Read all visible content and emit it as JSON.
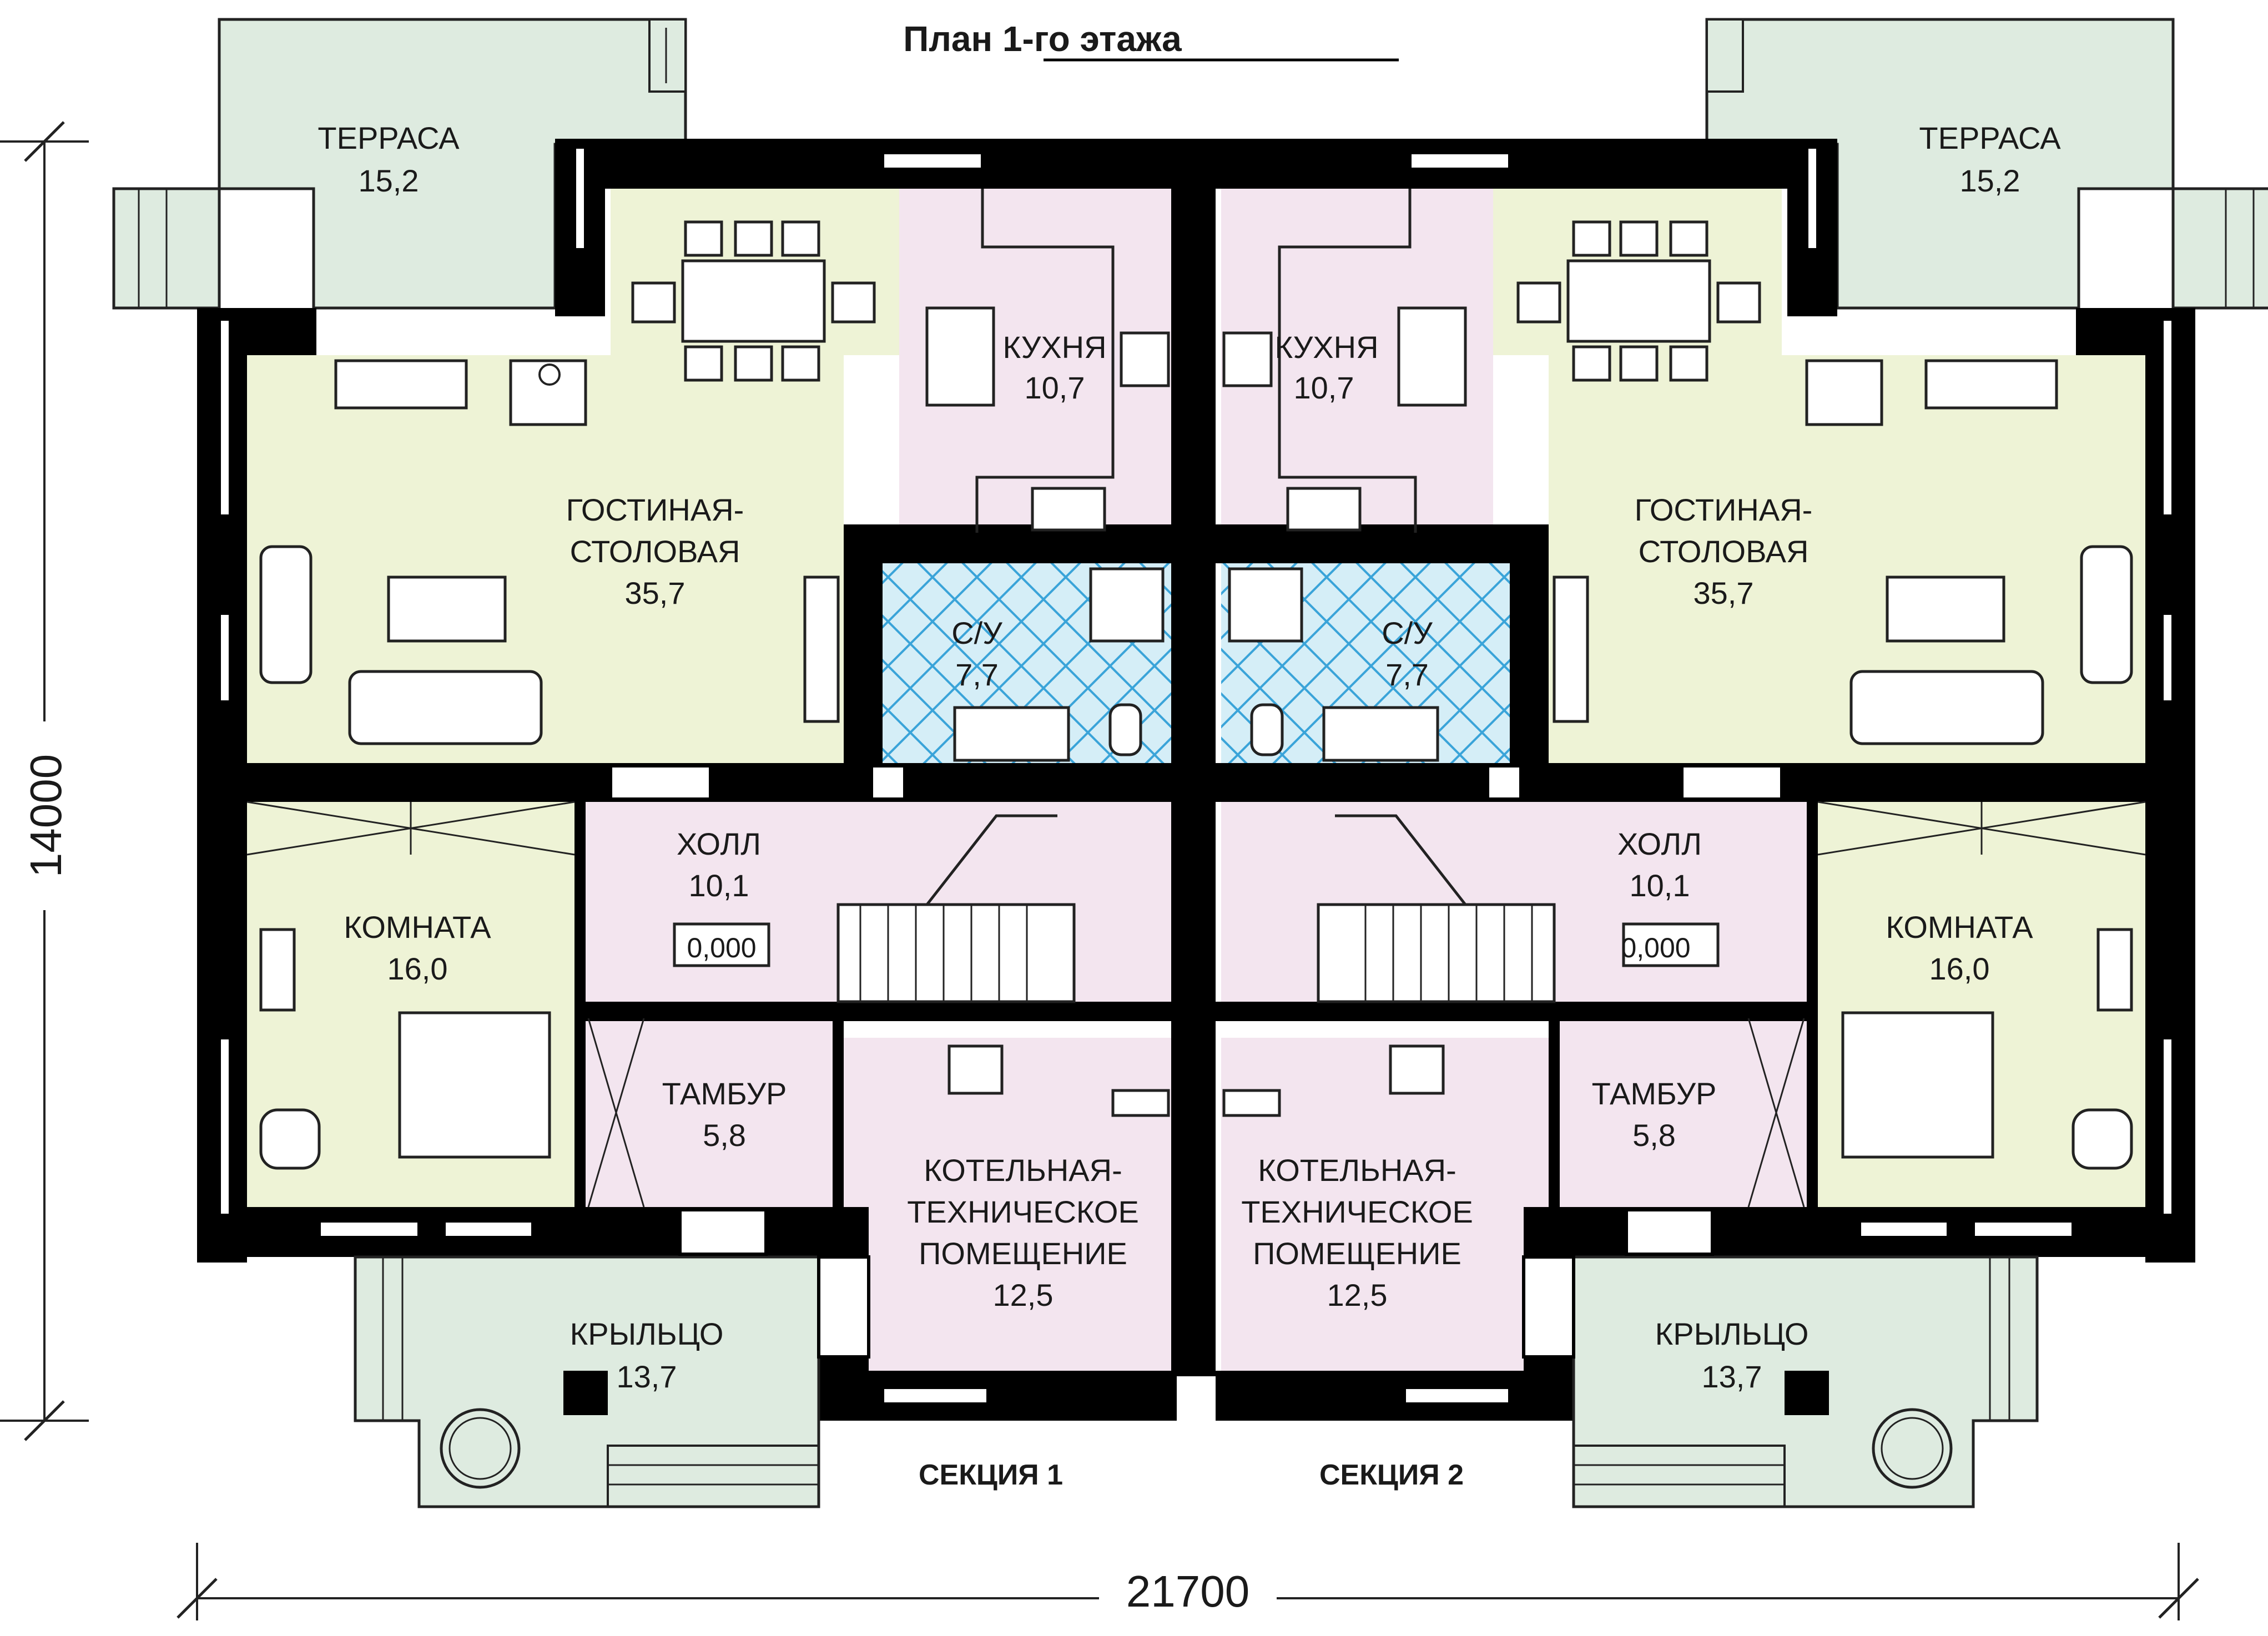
{
  "title": "План 1-го этажа",
  "dimensions": {
    "width": "21700",
    "height": "14000"
  },
  "sections": {
    "left": "СЕКЦИЯ 1",
    "right": "СЕКЦИЯ 2"
  },
  "rooms": {
    "terrace": {
      "name": "ТЕРРАСА",
      "area": "15,2"
    },
    "kitchen": {
      "name": "КУХНЯ",
      "area": "10,7"
    },
    "living": {
      "name1": "ГОСТИНАЯ-",
      "name2": "СТОЛОВАЯ",
      "area": "35,7"
    },
    "bath": {
      "name": "С/У",
      "area": "7,7"
    },
    "hall": {
      "name": "ХОЛЛ",
      "area": "10,1",
      "level": "0,000"
    },
    "room": {
      "name": "КОМНАТА",
      "area": "16,0"
    },
    "vestibule": {
      "name": "ТАМБУР",
      "area": "5,8"
    },
    "boiler": {
      "name1": "КОТЕЛЬНАЯ-",
      "name2": "ТЕХНИЧЕСКОЕ",
      "name3": "ПОМЕЩЕНИЕ",
      "area": "12,5"
    },
    "porch": {
      "name": "КРЫЛЬЦО",
      "area": "13,7"
    }
  },
  "colors": {
    "terrace": "#deebe0",
    "living": "#eef3d6",
    "kitchen": "#f3e5ef",
    "bath": "#d5eef7",
    "hall": "#f3e5ef",
    "wall": "#000000",
    "bath_text": "#1f8fd6"
  }
}
